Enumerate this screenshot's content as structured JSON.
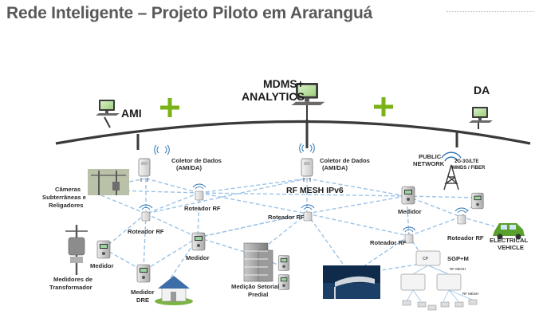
{
  "title": "Rede Inteligente – Projeto Piloto em Araranguá",
  "top": {
    "ami": "AMI",
    "mdms_line1": "MDMS+",
    "mdms_line2": "ANALYTICS",
    "da": "DA"
  },
  "labels": {
    "coletor_left_1": "Coletor de Dados",
    "coletor_left_2": "(AMI/DA)",
    "coletor_mid_1": "Coletor de Dados",
    "coletor_mid_2": "(AMI/DA)",
    "public_1": "PUBLIC",
    "public_2": "NETWORK",
    "cell_1": "2G-3G/LTE",
    "cell_2": "MMDS / FIBER",
    "mesh": "RF MESH IPv6",
    "cameras_1": "Câmeras",
    "cameras_2": "Subterrâneas e",
    "cameras_3": "Religadores",
    "roteador_1": "Roteador RF",
    "roteador_2": "Roteador RF",
    "roteador_3": "Roteador RF",
    "roteador_4": "Roteador RF",
    "roteador_5": "Roteador RF",
    "medidor_right": "Medidor",
    "medidor_left": "Medidor",
    "medidor_mid": "Medidor",
    "medidores_1": "Medidores de",
    "medidores_2": "Transformador",
    "medidor_dre_1": "Medidor",
    "medidor_dre_2": "DRE",
    "medicao_1": "Medição Setorial",
    "medicao_2": "Predial",
    "ev_1": "ELECTRICAL",
    "ev_2": "VEHICLE",
    "sgp": "SGP+M",
    "cp": "CP",
    "rf_mesh_small": "RF MESH",
    "rf_mesh_small2": "RF MESH"
  },
  "colors": {
    "plus": "#7ab317",
    "mesh_line": "#9cc3e6",
    "arc": "#3a3a3a",
    "title": "#595959"
  }
}
